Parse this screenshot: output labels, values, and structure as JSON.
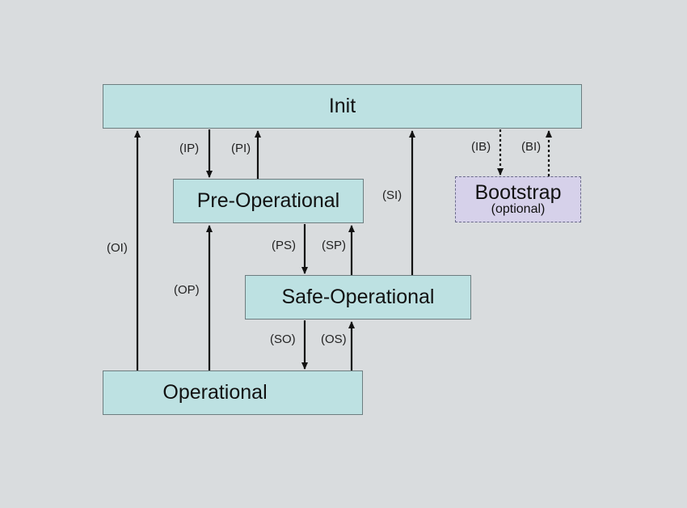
{
  "states": {
    "init": "Init",
    "pre_operational": "Pre-Operational",
    "safe_operational": "Safe-Operational",
    "operational": "Operational",
    "bootstrap": "Bootstrap",
    "bootstrap_note": "(optional)"
  },
  "transitions": {
    "ip": "(IP)",
    "pi": "(PI)",
    "ib": "(IB)",
    "bi": "(BI)",
    "si": "(SI)",
    "oi": "(OI)",
    "op": "(OP)",
    "ps": "(PS)",
    "sp": "(SP)",
    "so": "(SO)",
    "os": "(OS)"
  },
  "colors": {
    "state_fill": "#bde1e2",
    "bootstrap_fill": "#d6d1ea",
    "background": "#d9dcde"
  }
}
